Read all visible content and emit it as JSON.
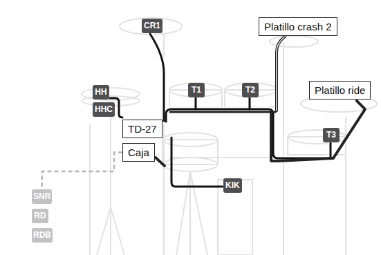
{
  "diagram": {
    "nodes": [
      {
        "text": [
          "CR1"
        ]
      },
      {
        "text": [
          "Platillo crash 2"
        ]
      },
      {
        "text": [
          "HH"
        ]
      },
      {
        "text": [
          "T1"
        ]
      },
      {
        "text": [
          "T2"
        ]
      },
      {
        "text": [
          "Platillo ride"
        ]
      },
      {
        "text": [
          "HHC"
        ]
      },
      {
        "text": [
          "TD-27"
        ]
      },
      {
        "text": [
          "T3"
        ]
      },
      {
        "text": [
          "Caja"
        ]
      },
      {
        "text": [
          "KIK"
        ]
      },
      {
        "text": [
          "SNR"
        ]
      },
      {
        "text": [
          "RD"
        ]
      },
      {
        "text": [
          "RDB"
        ]
      }
    ],
    "edges": [
      {
        "from": 9,
        "to": 11,
        "arrow": "none"
      }
    ]
  }
}
